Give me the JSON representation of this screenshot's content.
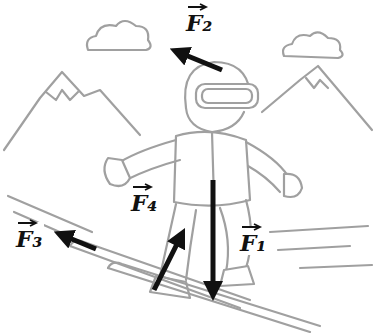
{
  "diagram": {
    "labels": [
      "F₂",
      "F₃",
      "F₄",
      "F₁"
    ]
  }
}
